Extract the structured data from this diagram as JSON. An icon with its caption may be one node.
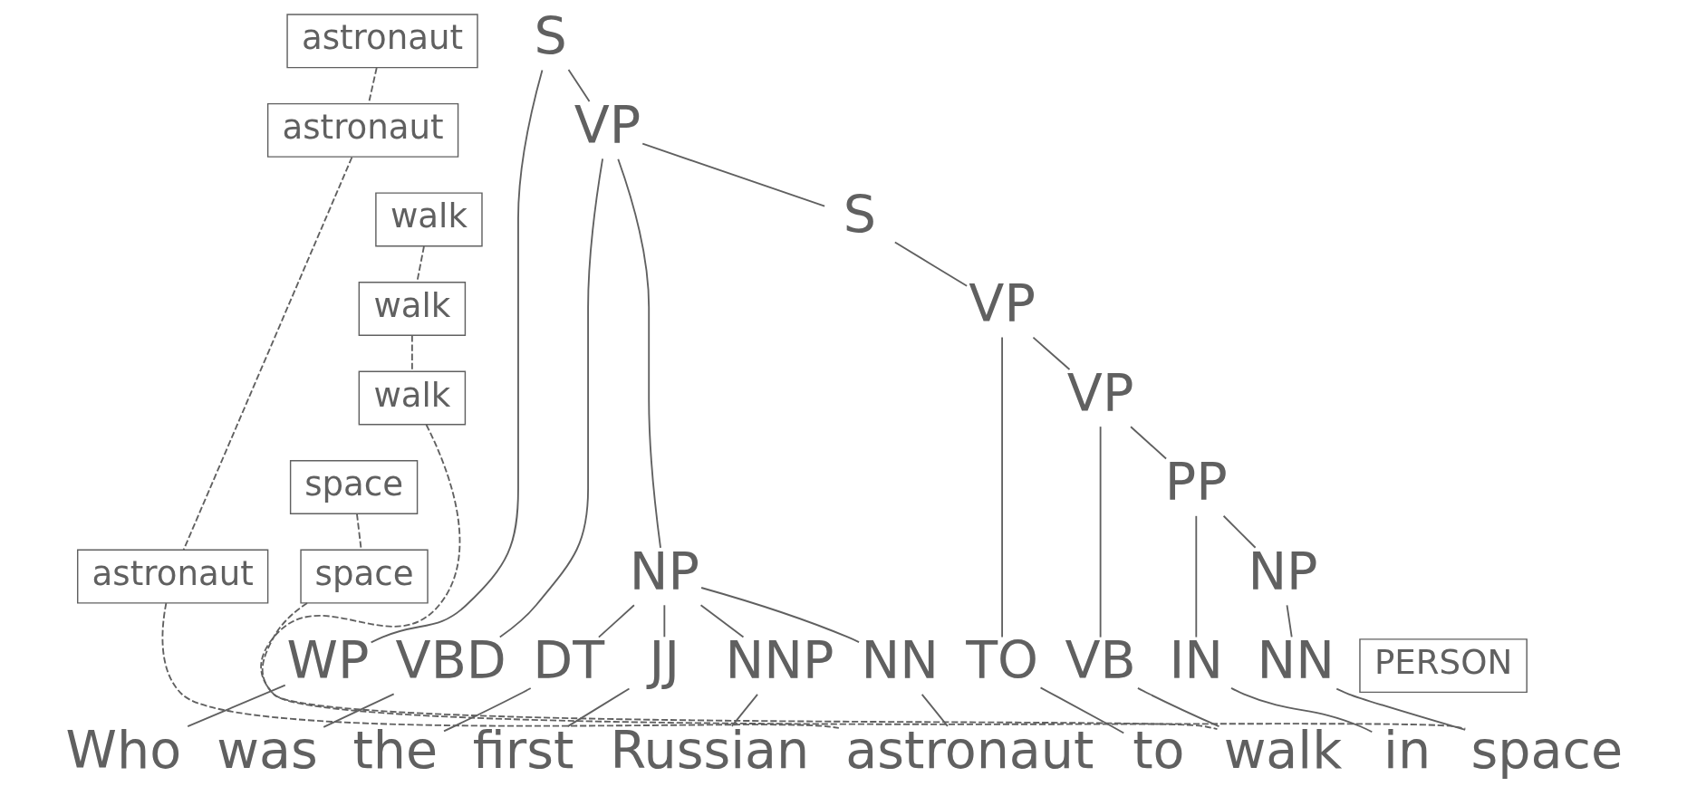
{
  "diagram": {
    "nodes": [
      {
        "text": [
          "astronaut"
        ]
      },
      {
        "text": [
          "S"
        ]
      },
      {
        "text": [
          "VP"
        ]
      },
      {
        "text": [
          "astronaut"
        ]
      },
      {
        "text": [
          "walk"
        ]
      },
      {
        "text": [
          "S"
        ]
      },
      {
        "text": [
          "walk"
        ]
      },
      {
        "text": [
          "VP"
        ]
      },
      {
        "text": [
          "VP"
        ]
      },
      {
        "text": [
          "walk"
        ]
      },
      {
        "text": [
          "PP"
        ]
      },
      {
        "text": [
          "space"
        ]
      },
      {
        "text": [
          "NP"
        ]
      },
      {
        "text": [
          "astronaut"
        ]
      },
      {
        "text": [
          "NP"
        ]
      },
      {
        "text": [
          "PERSON"
        ]
      },
      {
        "text": [
          "space"
        ]
      },
      {
        "text": [
          "WP"
        ]
      },
      {
        "text": [
          "VBD"
        ]
      },
      {
        "text": [
          "DT"
        ]
      },
      {
        "text": [
          "JJ"
        ]
      },
      {
        "text": [
          "NNP"
        ]
      },
      {
        "text": [
          "NN"
        ]
      },
      {
        "text": [
          "TO"
        ]
      },
      {
        "text": [
          "VB"
        ]
      },
      {
        "text": [
          "IN"
        ]
      },
      {
        "text": [
          "NN"
        ]
      },
      {
        "text": [
          "Who"
        ]
      },
      {
        "text": [
          "was"
        ]
      },
      {
        "text": [
          "the"
        ]
      },
      {
        "text": [
          "first"
        ]
      },
      {
        "text": [
          "Russian"
        ]
      },
      {
        "text": [
          "astronaut"
        ]
      },
      {
        "text": [
          "to"
        ]
      },
      {
        "text": [
          "walk"
        ]
      },
      {
        "text": [
          "in"
        ]
      },
      {
        "text": [
          "space"
        ]
      }
    ],
    "edges": [
      {
        "from": 1,
        "to": 17,
        "arrow": "none"
      },
      {
        "from": 1,
        "to": 2,
        "arrow": "none"
      },
      {
        "from": 2,
        "to": 18,
        "arrow": "none"
      },
      {
        "from": 2,
        "to": 12,
        "arrow": "none"
      },
      {
        "from": 2,
        "to": 5,
        "arrow": "none"
      },
      {
        "from": 12,
        "to": 19,
        "arrow": "none"
      },
      {
        "from": 12,
        "to": 20,
        "arrow": "none"
      },
      {
        "from": 12,
        "to": 21,
        "arrow": "none"
      },
      {
        "from": 12,
        "to": 22,
        "arrow": "none"
      },
      {
        "from": 5,
        "to": 7,
        "arrow": "none"
      },
      {
        "from": 7,
        "to": 23,
        "arrow": "none"
      },
      {
        "from": 7,
        "to": 8,
        "arrow": "none"
      },
      {
        "from": 8,
        "to": 24,
        "arrow": "none"
      },
      {
        "from": 8,
        "to": 10,
        "arrow": "none"
      },
      {
        "from": 10,
        "to": 25,
        "arrow": "none"
      },
      {
        "from": 10,
        "to": 14,
        "arrow": "none"
      },
      {
        "from": 14,
        "to": 26,
        "arrow": "none"
      },
      {
        "from": 17,
        "to": 27,
        "arrow": "none"
      },
      {
        "from": 18,
        "to": 28,
        "arrow": "none"
      },
      {
        "from": 19,
        "to": 29,
        "arrow": "none"
      },
      {
        "from": 20,
        "to": 30,
        "arrow": "none"
      },
      {
        "from": 21,
        "to": 31,
        "arrow": "none"
      },
      {
        "from": 22,
        "to": 32,
        "arrow": "none"
      },
      {
        "from": 23,
        "to": 33,
        "arrow": "none"
      },
      {
        "from": 24,
        "to": 34,
        "arrow": "none"
      },
      {
        "from": 25,
        "to": 35,
        "arrow": "none"
      },
      {
        "from": 26,
        "to": 36,
        "arrow": "none"
      },
      {
        "from": 0,
        "to": 3,
        "arrow": "none",
        "style": "dashed"
      },
      {
        "from": 3,
        "to": 13,
        "arrow": "none",
        "style": "dashed"
      },
      {
        "from": 13,
        "to": 32,
        "arrow": "none",
        "style": "dashed"
      },
      {
        "from": 4,
        "to": 6,
        "arrow": "none",
        "style": "dashed"
      },
      {
        "from": 6,
        "to": 9,
        "arrow": "none",
        "style": "dashed"
      },
      {
        "from": 9,
        "to": 34,
        "arrow": "none",
        "style": "dashed"
      },
      {
        "from": 11,
        "to": 16,
        "arrow": "none",
        "style": "dashed"
      },
      {
        "from": 16,
        "to": 36,
        "arrow": "none",
        "style": "dashed"
      }
    ]
  }
}
